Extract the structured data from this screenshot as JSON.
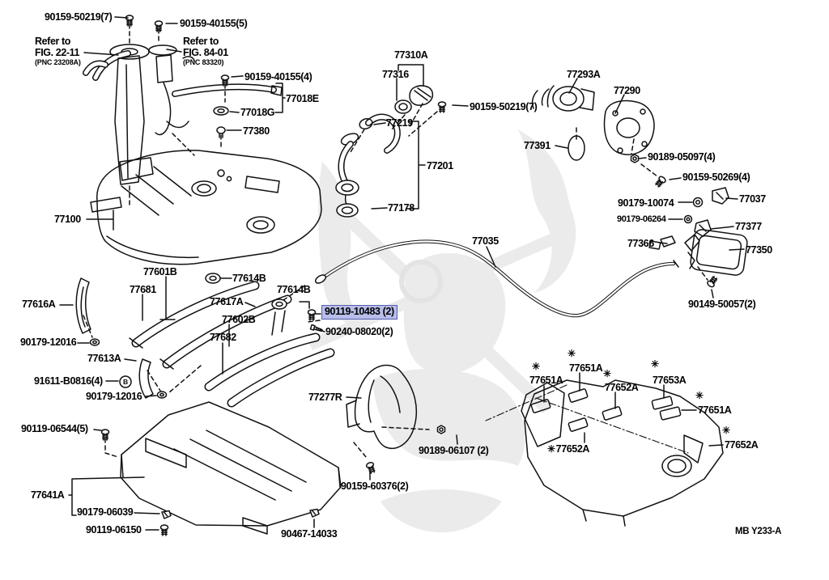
{
  "page": {
    "footer_code": "MB Y233-A",
    "background": "#ffffff",
    "line_color": "#111111",
    "watermark_color": "#ebebeb",
    "highlight_bg": "#b8bee9",
    "highlight_border": "#555fae"
  },
  "marks": {
    "asterisk": "✳",
    "bolt_b": "B"
  },
  "notes": [
    {
      "line1": "Refer to",
      "line2": "FIG. 22-11",
      "line3": "(PNC 23208A)"
    },
    {
      "line1": "Refer to",
      "line2": "FIG. 84-01",
      "line3": "(PNC 83320)"
    }
  ],
  "labels": [
    {
      "text": "90159-50219(7)"
    },
    {
      "text": "90159-40155(5)"
    },
    {
      "text": "90159-40155(4)"
    },
    {
      "text": "77018E"
    },
    {
      "text": "77018G"
    },
    {
      "text": "77380"
    },
    {
      "text": "77310A"
    },
    {
      "text": "77316"
    },
    {
      "text": "77219"
    },
    {
      "text": "90159-50219(7)"
    },
    {
      "text": "77201"
    },
    {
      "text": "77178"
    },
    {
      "text": "77391"
    },
    {
      "text": "77293A"
    },
    {
      "text": "77290"
    },
    {
      "text": "90189-05097(4)"
    },
    {
      "text": "90159-50269(4)"
    },
    {
      "text": "90179-10074"
    },
    {
      "text": "77037"
    },
    {
      "text": "90179-06264"
    },
    {
      "text": "77377"
    },
    {
      "text": "77366"
    },
    {
      "text": "77350"
    },
    {
      "text": "90149-50057(2)"
    },
    {
      "text": "77035"
    },
    {
      "text": "77100"
    },
    {
      "text": "77601B"
    },
    {
      "text": "77681"
    },
    {
      "text": "77614B"
    },
    {
      "text": "77616A"
    },
    {
      "text": "77617A"
    },
    {
      "text": "77614B"
    },
    {
      "text": "77602B"
    },
    {
      "text": "77682"
    },
    {
      "text": "90179-12016"
    },
    {
      "text": "77613A"
    },
    {
      "text": "91611-B0816(4)"
    },
    {
      "text": "90179-12016"
    },
    {
      "text": "90119-06544(5)"
    },
    {
      "text": "90119-10483 (2)",
      "highlighted": true
    },
    {
      "text": "90240-08020(2)"
    },
    {
      "text": "77277R"
    },
    {
      "text": "90189-06107 (2)"
    },
    {
      "text": "90159-60376(2)"
    },
    {
      "text": "77641A"
    },
    {
      "text": "90179-06039"
    },
    {
      "text": "90119-06150"
    },
    {
      "text": "90467-14033"
    },
    {
      "text": "77651A",
      "asterisk": true
    },
    {
      "text": "77651A",
      "asterisk": true
    },
    {
      "text": "77652A",
      "asterisk": true
    },
    {
      "text": "77653A",
      "asterisk": true
    },
    {
      "text": "77651A",
      "asterisk": true
    },
    {
      "text": "77652A",
      "asterisk": true
    },
    {
      "text": "77652A",
      "asterisk": true
    }
  ]
}
